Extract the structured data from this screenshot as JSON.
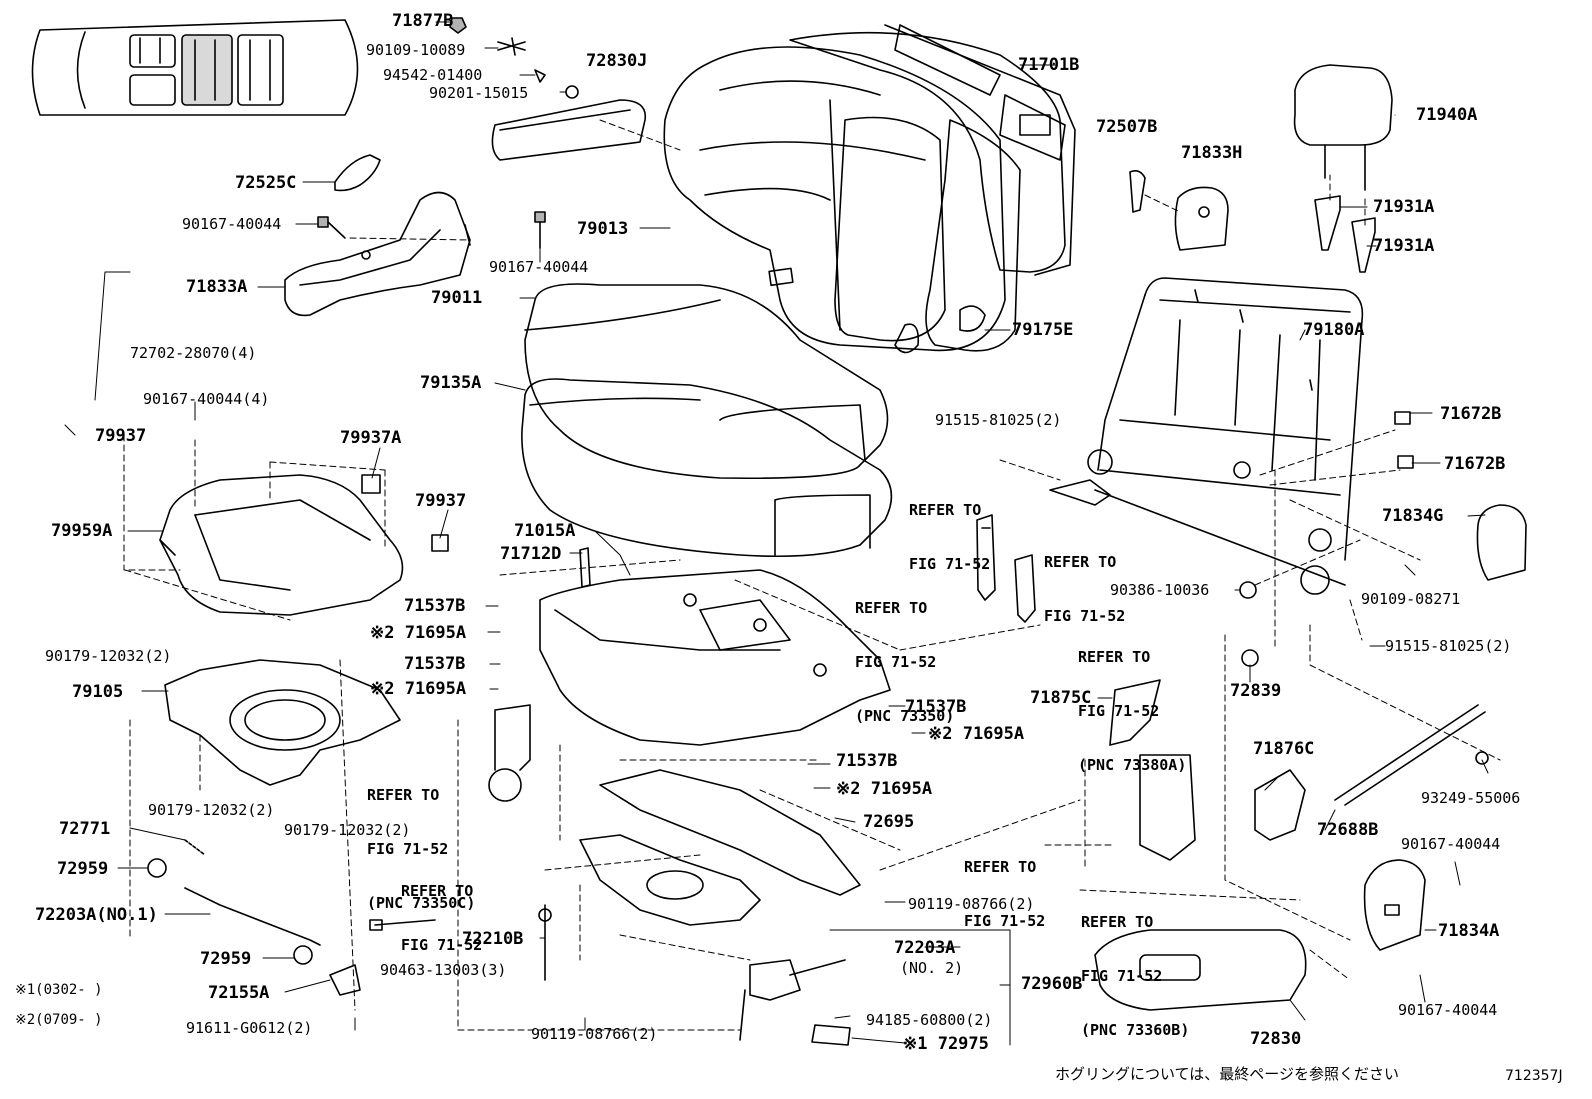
{
  "footer": {
    "note": "ホグリングについては、最終ページを参照ください",
    "figure_id": "712357J"
  },
  "legend": {
    "note1": "※1(0302-      )",
    "note2": "※2(0709-      )"
  },
  "refer": {
    "r1": [
      "REFER TO",
      "FIG 71-52"
    ],
    "r2": [
      "REFER TO",
      "FIG 71-52"
    ],
    "r3": [
      "REFER TO",
      "FIG 71-52",
      "(PNC 73350)"
    ],
    "r4": [
      "REFER TO",
      "FIG 71-52",
      "(PNC 73380A)"
    ],
    "r5": [
      "REFER TO",
      "FIG 71-52",
      "(PNC 73350C)"
    ],
    "r6": [
      "REFER TO",
      "FIG 71-52"
    ],
    "r7": [
      "REFER TO",
      "FIG 71-52"
    ],
    "r8": [
      "REFER TO",
      "FIG 71-52",
      "(PNC 73360B)"
    ]
  },
  "parts": {
    "p71877B": "71877B",
    "p90109_10089": "90109-10089",
    "p94542_01400": "94542-01400",
    "p90201_15015": "90201-15015",
    "p72830J": "72830J",
    "p71701B": "71701B",
    "p71940A": "71940A",
    "p72507B": "72507B",
    "p71833H": "71833H",
    "p72525C": "72525C",
    "p90167_40044_a": "90167-40044",
    "p90167_40044_b": "90167-40044",
    "p79013": "79013",
    "p71931A_a": "71931A",
    "p71931A_b": "71931A",
    "p71833A": "71833A",
    "p79011": "79011",
    "p79175E": "79175E",
    "p79180A": "79180A",
    "p72702_28070": "72702-28070(4)",
    "p90167_40044_4": "90167-40044(4)",
    "p79135A": "79135A",
    "p79937_a": "79937",
    "p71672B_a": "71672B",
    "p91515_81025_2a": "91515-81025(2)",
    "p79937A": "79937A",
    "p71672B_b": "71672B",
    "p79937_b": "79937",
    "p79959A": "79959A",
    "p71015A": "71015A",
    "p71834G": "71834G",
    "p71712D": "71712D",
    "p90386_10036": "90386-10036",
    "p90109_08271": "90109-08271",
    "p71537B_a": "71537B",
    "p71695A_a": "※2 71695A",
    "p91515_81025_2b": "91515-81025(2)",
    "p90179_12032_a": "90179-12032(2)",
    "p79105": "79105",
    "p71537B_b": "71537B",
    "p71695A_b": "※2 71695A",
    "p72839": "72839",
    "p71875C": "71875C",
    "p71537B_c": "71537B",
    "p71695A_c": "※2 71695A",
    "p71876C": "71876C",
    "p71537B_d": "71537B",
    "p90179_12032_b": "90179-12032(2)",
    "p90179_12032_c": "90179-12032(2)",
    "p71695A_d": "※2 71695A",
    "p93249_55006": "93249-55006",
    "p72771": "72771",
    "p72695": "72695",
    "p72688B": "72688B",
    "p90167_40044_c": "90167-40044",
    "p72959_a": "72959",
    "p72203A_1": "72203A(NO.1)",
    "p90119_08766_a": "90119-08766(2)",
    "p71834A": "71834A",
    "p72210B": "72210B",
    "p72203A_2": "72203A",
    "p72203A_2b": "(NO. 2)",
    "p72959_b": "72959",
    "p90463_13003": "90463-13003(3)",
    "p72960B": "72960B",
    "p72155A": "72155A",
    "p90167_40044_d": "90167-40044",
    "p72830": "72830",
    "p94185_60800": "94185-60800(2)",
    "p91611_G0612": "91611-G0612(2)",
    "p90119_08766_b": "90119-08766(2)",
    "p72975": "※1 72975"
  }
}
